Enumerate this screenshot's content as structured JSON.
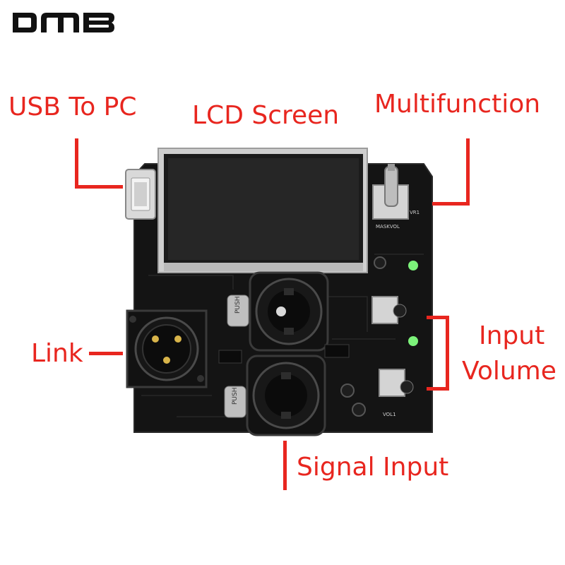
{
  "brand": {
    "logo_text": "DMB"
  },
  "labels": {
    "usb": "USB To PC",
    "lcd": "LCD Screen",
    "multifunction": "Multifunction",
    "link": "Link",
    "input_volume_line1": "Input",
    "input_volume_line2": "Volume",
    "signal_input": "Signal Input"
  },
  "board_markings": {
    "push_1": "PUSH",
    "push_2": "PUSH",
    "mask_vol": "MASKVOL",
    "vol1": "VOL1",
    "vr1": "VR1"
  },
  "colors": {
    "callout": "#e8261f",
    "pcb": "#111111",
    "led": "#7cf27a"
  }
}
